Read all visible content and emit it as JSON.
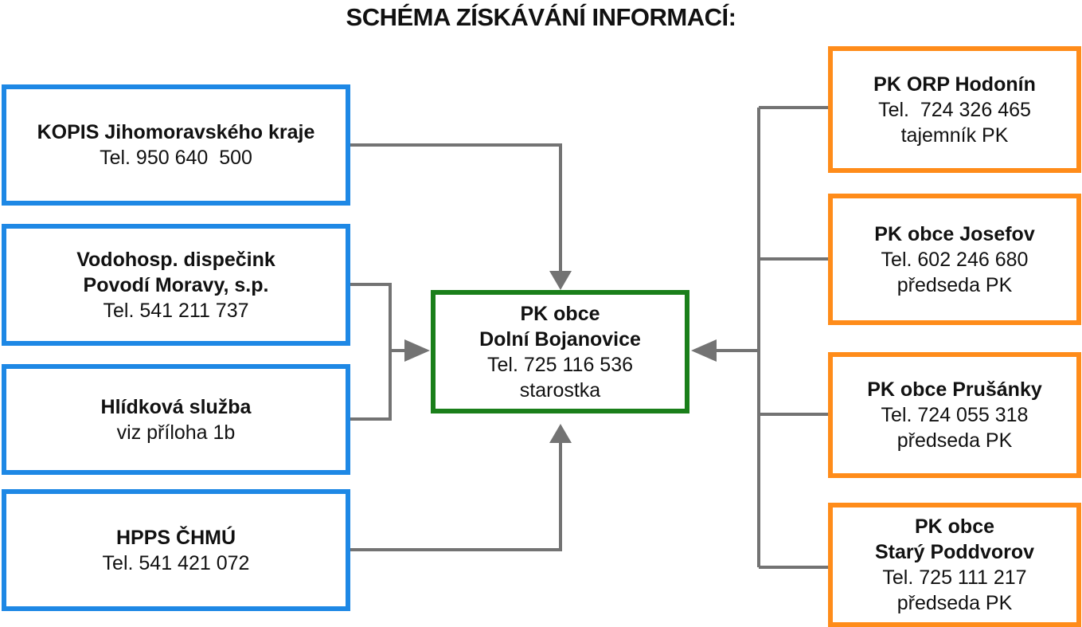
{
  "title": "SCHÉMA ZÍSKÁVÁNÍ INFORMACÍ:",
  "colors": {
    "source_border": "#1e88e5",
    "center_border": "#1a7f1a",
    "commission_border": "#ff8c1a",
    "connector": "#737373"
  },
  "left_boxes": [
    {
      "lines_bold": [
        "KOPIS Jihomoravského kraje"
      ],
      "lines": [
        "Tel. 950 640  500"
      ]
    },
    {
      "lines_bold": [
        "Vodohosp. dispečink",
        "Povodí Moravy, s.p."
      ],
      "lines": [
        "Tel. 541 211 737"
      ]
    },
    {
      "lines_bold": [
        "Hlídková služba"
      ],
      "lines": [
        "viz příloha 1b"
      ]
    },
    {
      "lines_bold": [
        "HPPS ČHMÚ"
      ],
      "lines": [
        "Tel. 541 421 072"
      ]
    }
  ],
  "center_box": {
    "lines_bold": [
      "PK obce",
      "Dolní Bojanovice"
    ],
    "lines": [
      "Tel. 725 116 536",
      "starostka"
    ]
  },
  "right_boxes": [
    {
      "lines_bold": [
        "PK ORP Hodonín"
      ],
      "lines": [
        "Tel.  724 326 465",
        "tajemník PK"
      ]
    },
    {
      "lines_bold": [
        "PK obce Josefov"
      ],
      "lines": [
        "Tel. 602 246 680",
        "předseda PK"
      ]
    },
    {
      "lines_bold": [
        "PK obce Prušánky"
      ],
      "lines": [
        "Tel. 724 055 318",
        "předseda PK"
      ]
    },
    {
      "lines_bold": [
        "PK obce",
        "Starý Poddvorov"
      ],
      "lines": [
        "Tel. 725 111 217",
        "předseda PK"
      ]
    }
  ]
}
